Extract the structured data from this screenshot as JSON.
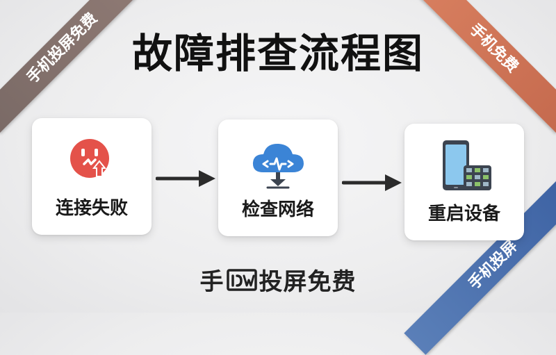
{
  "title": "故障排查流程图",
  "ribbons": {
    "top_left": "手机投屏免费",
    "top_right": "手机免费",
    "bottom_right": "手机投屏"
  },
  "steps": [
    {
      "label": "连接失败",
      "icon": "broken-plug-icon",
      "color": "#e4524a"
    },
    {
      "label": "检查网络",
      "icon": "cloud-network-icon",
      "color": "#3b84d6"
    },
    {
      "label": "重启设备",
      "icon": "phone-tablet-icon",
      "color": "#3c4450"
    }
  ],
  "footer": {
    "left": "手",
    "right": "投屏免费",
    "logo_icon": "cast-screen-logo-icon"
  }
}
